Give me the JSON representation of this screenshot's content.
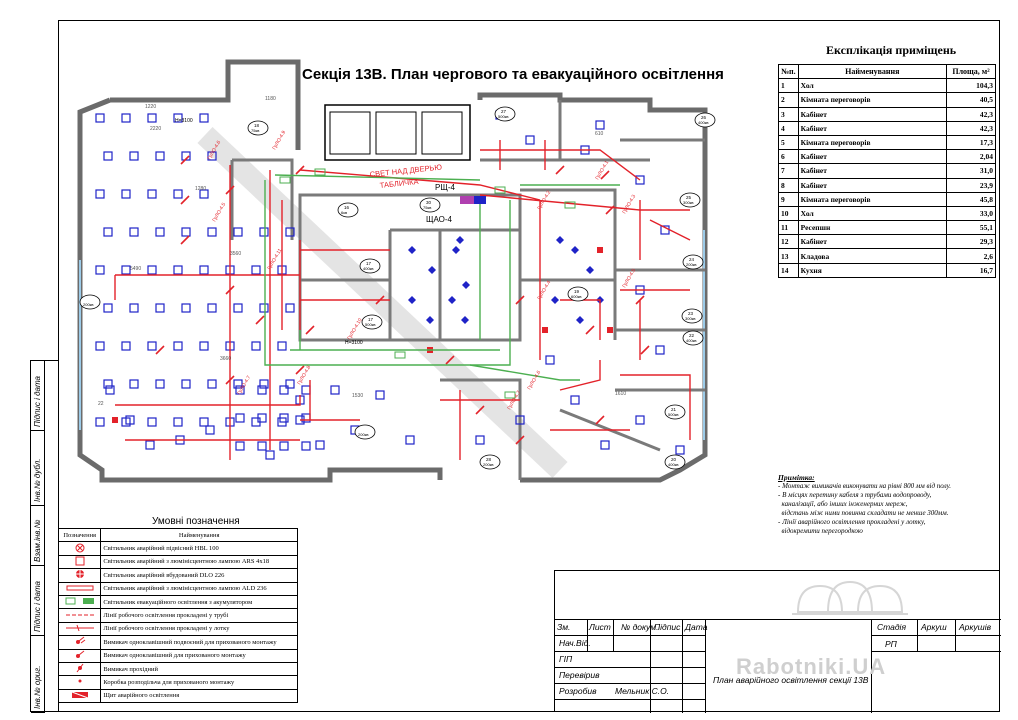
{
  "title": "Секція 13В. План чергового та евакуаційного освітлення",
  "explication": {
    "title": "Експлікація приміщень",
    "headers": [
      "№п.",
      "Найменування",
      "Площа, м²"
    ],
    "rows": [
      {
        "n": "1",
        "name": "Хол",
        "area": "104,3"
      },
      {
        "n": "2",
        "name": "Кімната переговорів",
        "area": "40,5"
      },
      {
        "n": "3",
        "name": "Кабінет",
        "area": "42,3"
      },
      {
        "n": "4",
        "name": "Кабінет",
        "area": "42,3"
      },
      {
        "n": "5",
        "name": "Кімната переговорів",
        "area": "17,3"
      },
      {
        "n": "6",
        "name": "Кабінет",
        "area": "2,04"
      },
      {
        "n": "7",
        "name": "Кабінет",
        "area": "31,0"
      },
      {
        "n": "8",
        "name": "Кабінет",
        "area": "23,9"
      },
      {
        "n": "9",
        "name": "Кімната переговорів",
        "area": "45,8"
      },
      {
        "n": "10",
        "name": "Хол",
        "area": "33,0"
      },
      {
        "n": "11",
        "name": "Ресепшн",
        "area": "55,1"
      },
      {
        "n": "12",
        "name": "Кабінет",
        "area": "29,3"
      },
      {
        "n": "13",
        "name": "Кладова",
        "area": "2,6"
      },
      {
        "n": "14",
        "name": "Кухня",
        "area": "16,7"
      }
    ]
  },
  "notes": {
    "heading": "Примітка:",
    "lines": [
      "- Монтаж вимикачів виконувати на рівні 800 мм від полу.",
      "- В місцях перетину кабеля з трубами водопроводу,",
      "  каналізації, або інших інженерних мереж,",
      "  відстань між ними повинна складати не менше 300мм.",
      "- Лінії аварійного освітлення прокладені у лотку,",
      "  відокремити перегородкою"
    ]
  },
  "legend": {
    "title": "Умовні позначення",
    "headers": [
      "Позначення",
      "Найменування"
    ],
    "rows": [
      {
        "icon": "emergency-pendant-icon",
        "text": "Світильник аварійний підвісний HBL 100"
      },
      {
        "icon": "emergency-square-icon",
        "text": "Світильник аварійний з люмінісцентною лампою  ARS 4x18"
      },
      {
        "icon": "emergency-recessed-icon",
        "text": "Світильник аварійний вбудований DLO 226"
      },
      {
        "icon": "emergency-linear-icon",
        "text": "Світильник аварійний з люмінісцентною лампою  ALD 236"
      },
      {
        "icon": "evacuation-battery-icon",
        "text": "Світильник  евакуаційного освітлення з акумулятором"
      },
      {
        "icon": "pipe-line-icon",
        "text": "Лінії робочого освітлення прокладені у трубі"
      },
      {
        "icon": "tray-line-icon",
        "text": "Лінії робочого освітлення прокладені у лотку"
      },
      {
        "icon": "switch-single-icon",
        "text": "Вимикач одноклавішний подвоєний для прихованого монтажу"
      },
      {
        "icon": "switch-one-icon",
        "text": "Вимикач одноклавішний  для прихованого монтажу"
      },
      {
        "icon": "switch-pass-icon",
        "text": "Вимикач прохідний"
      },
      {
        "icon": "junction-box-icon",
        "text": "Коробка розподільча для прихованого монтажу"
      },
      {
        "icon": "emergency-panel-icon",
        "text": "Щит аварійного освітлення"
      }
    ]
  },
  "side_strip": [
    "Інв.№ ориг.",
    "Підпис і дата",
    "Взам.інв.№",
    "Інв.№ дубл.",
    "Підпис і дата"
  ],
  "stamp": {
    "headers": [
      "Зм.",
      "Лист",
      "№ докум.",
      "Підпис",
      "Дата"
    ],
    "roles": [
      "Нач.Від.",
      "ГІП",
      "Перевірив",
      "Розробив"
    ],
    "author": "Мельник С.О.",
    "stage_headers": [
      "Стадія",
      "Аркуш",
      "Аркушів"
    ],
    "stage": "РП",
    "caption": "План аварійного освітлення секції 13В"
  },
  "plan": {
    "panel_labels": [
      "РЩ-4",
      "ЩАО-4"
    ],
    "callouts": [
      "СВЕТ НАД ДВЕРЬЮ",
      "ТАБЛИЧКА"
    ],
    "heights": [
      "Н=3100",
      "Н=3100"
    ],
    "rooms": [
      {
        "n": "18",
        "area": "75кв"
      },
      {
        "n": "16",
        "area": "6кв"
      },
      {
        "n": "30",
        "area": "75кв"
      },
      {
        "n": "17",
        "area": "400кв"
      },
      {
        "n": "17",
        "area": "500кв"
      },
      {
        "n": "27",
        "area": "500кв"
      },
      {
        "n": "26",
        "area": "400кв"
      },
      {
        "n": "25",
        "area": "300кв"
      },
      {
        "n": "24",
        "area": "200кв"
      },
      {
        "n": "23",
        "area": "300кв"
      },
      {
        "n": "22",
        "area": "400кв"
      },
      {
        "n": "21",
        "area": "500кв"
      },
      {
        "n": "20",
        "area": "400кв"
      },
      {
        "n": "19",
        "area": "600кв"
      },
      {
        "n": "28",
        "area": "200кв"
      },
      {
        "n": "",
        "area": "200кв"
      },
      {
        "n": "",
        "area": "200кв"
      }
    ],
    "group_labels": [
      "ГрЛО-4.6",
      "ГрЛО-4.5",
      "ГрЛО-4.7",
      "ГрЛО-4.8",
      "ГрЛО-4.9",
      "ГрЛО-4.10",
      "ГрЛО-4.11",
      "ГрЛО-4.1",
      "ГрЛО-4.2",
      "ГрЛО-4.3",
      "ГрЛО-4.4",
      "ГрЛО-4.5",
      "ГрЛО-4.6",
      "ГрЛО-4.7"
    ],
    "dims": [
      "1220",
      "2220",
      "1280",
      "5490",
      "3660",
      "1530",
      "610",
      "1180",
      "1610",
      "3560",
      "22"
    ],
    "colors": {
      "red": "#e3222a",
      "green": "#4caf50",
      "blue": "#1f23c7",
      "wall": "#8a8a8a",
      "watermark": "#d9d9d9"
    }
  }
}
